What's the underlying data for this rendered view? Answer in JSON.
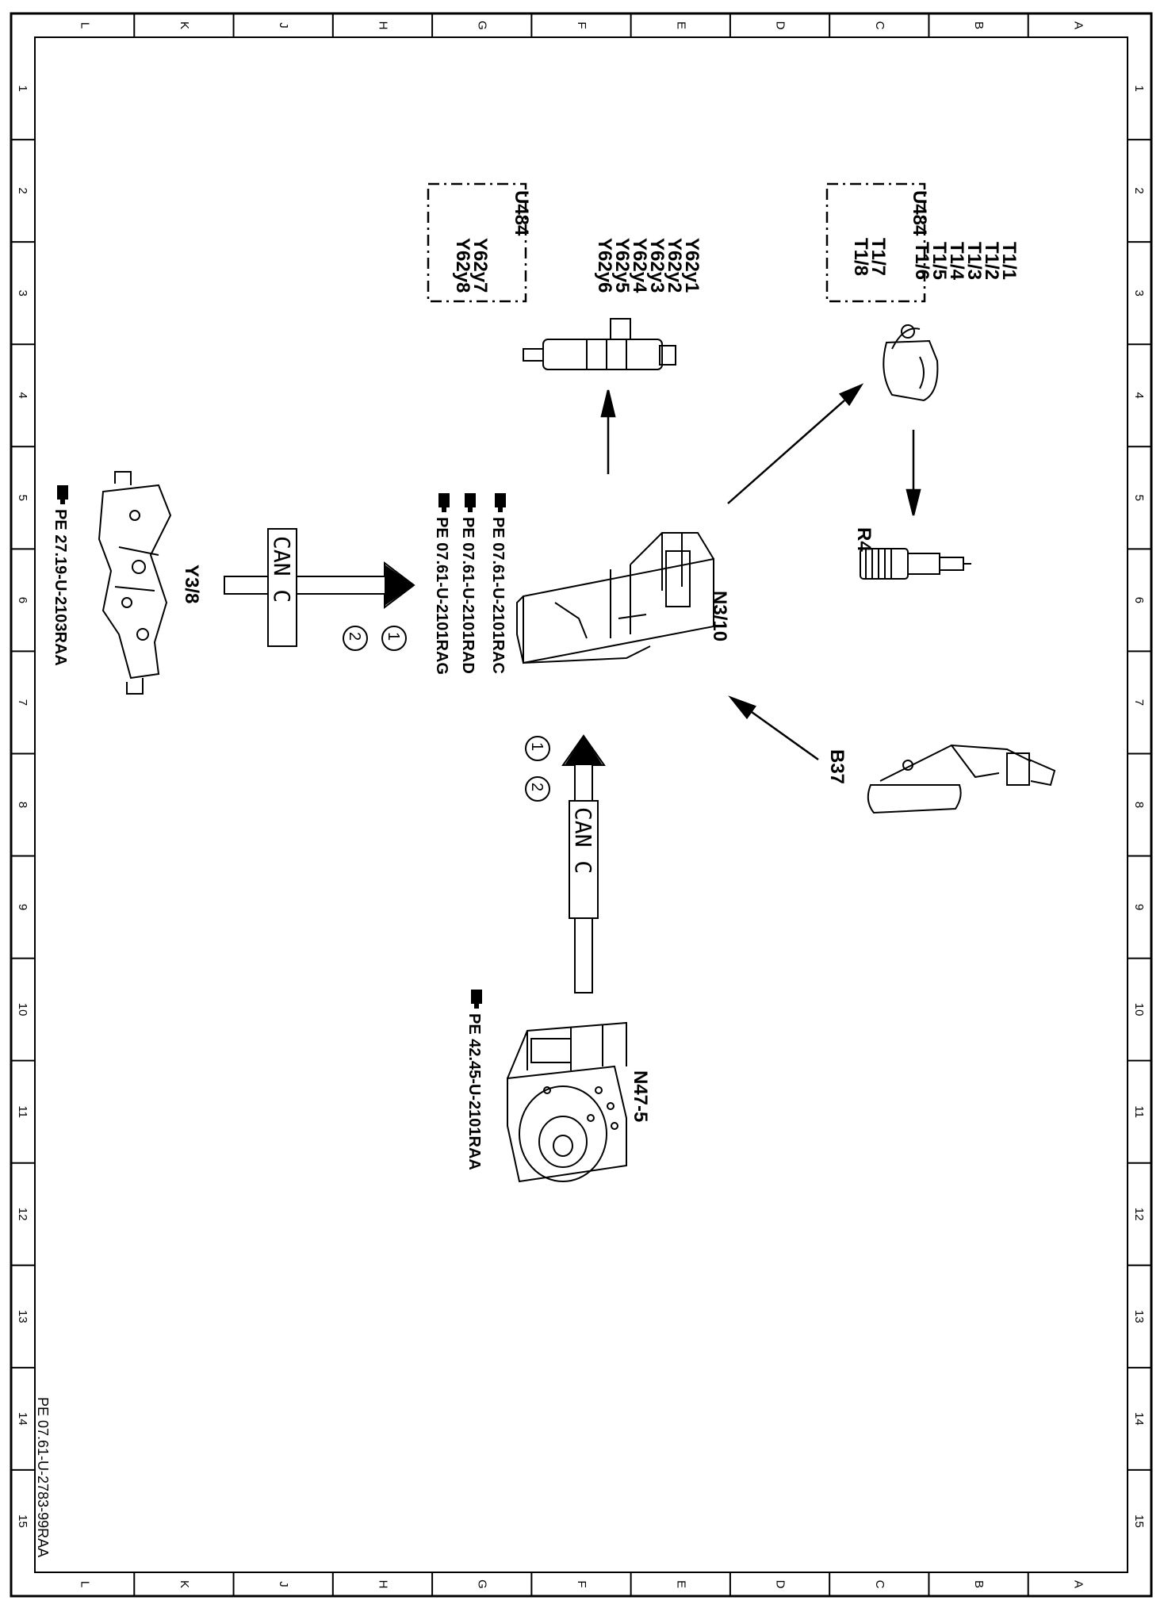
{
  "grid": {
    "column_letters": [
      "L",
      "K",
      "J",
      "H",
      "G",
      "F",
      "E",
      "D",
      "C",
      "B",
      "A"
    ],
    "row_numbers": [
      "1",
      "2",
      "3",
      "4",
      "5",
      "6",
      "7",
      "8",
      "9",
      "10",
      "11",
      "12",
      "13",
      "14",
      "15"
    ]
  },
  "components": {
    "n3_10": {
      "label": "N3/10"
    },
    "y62": {
      "labels": [
        "Y62y1",
        "Y62y2",
        "Y62y3",
        "Y62y4",
        "Y62y5",
        "Y62y6"
      ],
      "box_labels": [
        "U484",
        "Y62y7",
        "Y62y8"
      ]
    },
    "t1": {
      "labels": [
        "T1/1",
        "T1/2",
        "T1/3",
        "T1/4",
        "T1/5",
        "T1/6"
      ],
      "box_labels": [
        "U484",
        "T1/7",
        "T1/8"
      ]
    },
    "r4": {
      "label": "R4"
    },
    "b37": {
      "label": "B37"
    },
    "y3_8": {
      "label": "Y3/8",
      "ref": "PE 27.19-U-2103RAA"
    },
    "n47_5": {
      "label": "N47-5",
      "ref": "PE 42.45-U-2101RAA"
    }
  },
  "references": [
    "PE 07.61-U-2101RAC",
    "PE 07.61-U-2101RAD",
    "PE 07.61-U-2101RAG"
  ],
  "can_bus": {
    "label": "CAN C",
    "markers": [
      "1",
      "2"
    ]
  },
  "footer": {
    "doc_id": "PE 07.61-U-2783-99RAA"
  },
  "colors": {
    "ink": "#000000",
    "paper": "#ffffff"
  },
  "icons": [
    "pointing-hand-icon"
  ]
}
